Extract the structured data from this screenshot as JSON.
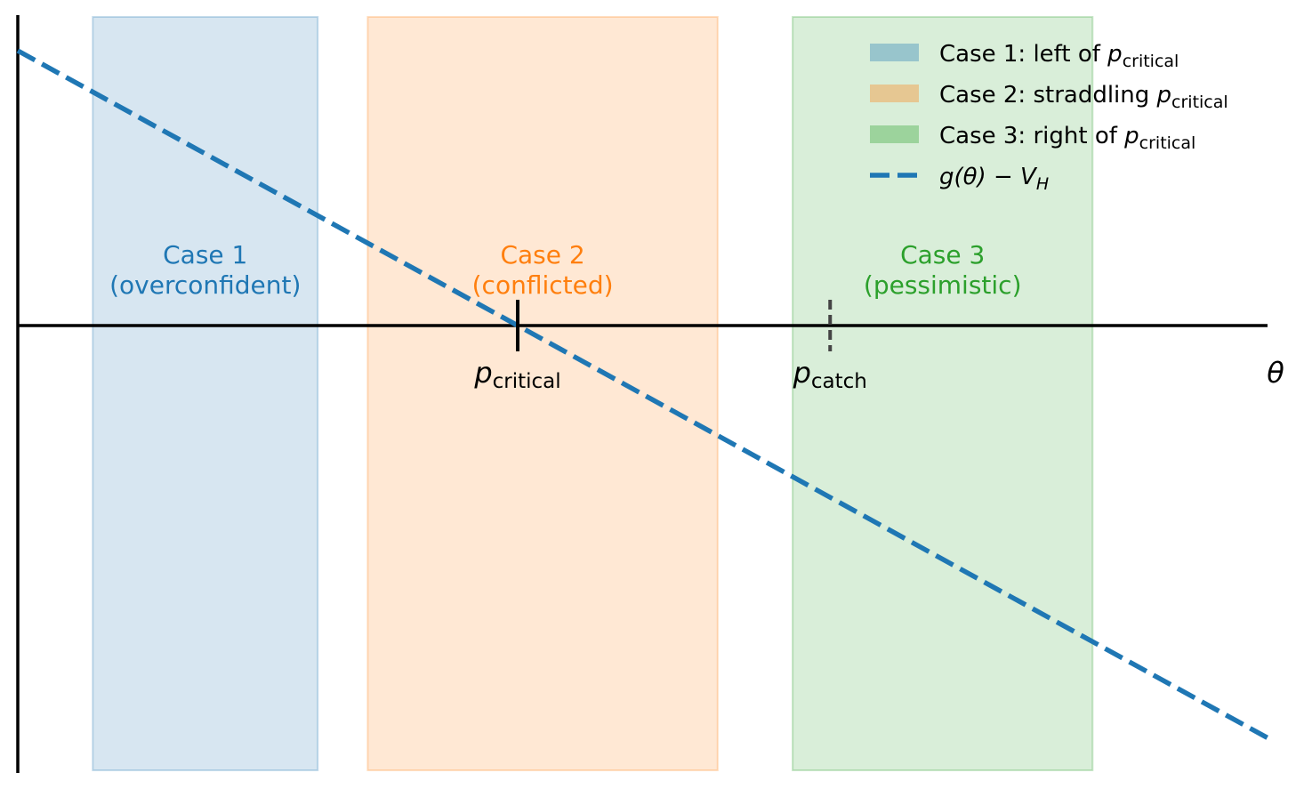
{
  "chart_data": {
    "type": "line",
    "title": "",
    "xlabel": "θ",
    "ylabel": "",
    "xlim": [
      0,
      1
    ],
    "ylim": [
      -1.6,
      1.08
    ],
    "grid": false,
    "legend_position": "top-right",
    "series": [
      {
        "name": "g(θ) − V_H",
        "legend_main": "g(θ) − V",
        "legend_sub": "H",
        "style": "dashed",
        "color": "#1f77b4",
        "x": [
          0,
          1
        ],
        "y": [
          1.0,
          -1.5
        ]
      }
    ],
    "regions": [
      {
        "name": "Case 1: left of p_critical",
        "legend_text": "Case 1: left of ",
        "x0": 0.06,
        "x1": 0.24,
        "color": "#1f77b4",
        "label_line1": "Case 1",
        "label_line2": "(overconfident)"
      },
      {
        "name": "Case 2: straddling p_critical",
        "legend_text": "Case 2: straddling ",
        "x0": 0.28,
        "x1": 0.56,
        "color": "#ff7f0e",
        "label_line1": "Case 2",
        "label_line2": "(conflicted)"
      },
      {
        "name": "Case 3: right of p_critical",
        "legend_text": "Case 3: right of ",
        "x0": 0.62,
        "x1": 0.86,
        "color": "#2ca02c",
        "label_line1": "Case 3",
        "label_line2": "(pessimistic)"
      }
    ],
    "markers": [
      {
        "name": "p_critical",
        "main": "p",
        "sub": "critical",
        "x": 0.4,
        "style": "solid",
        "color": "#000000"
      },
      {
        "name": "p_catch",
        "main": "p",
        "sub": "catch",
        "x": 0.65,
        "style": "dashed",
        "color": "#444444"
      }
    ],
    "legend_symbol": {
      "main": "p",
      "sub": "critical"
    }
  }
}
